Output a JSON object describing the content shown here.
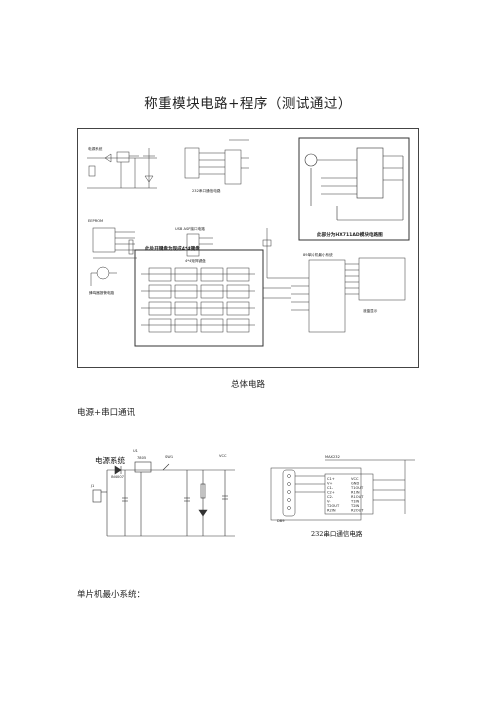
{
  "doc": {
    "title": "称重模块电路+程序（测试通过）",
    "caption_main": "总体电路",
    "section_power_serial": "电源+串口通讯",
    "section_mcu": "单片机最小系统："
  },
  "fig_main": {
    "labels": {
      "power": "电源系统",
      "serial": "232串口通信电路",
      "eeprom": "EEPROM",
      "usb": "USB ASP接口电路",
      "hx711": "此部分为HX711AD模块电路图",
      "mcu": "89单片机最小系统",
      "kb_note": "此处开键盘为现成4*4键盘",
      "kb_title": "4*4矩阵键盘",
      "buzzer": "蜂鸣器报警电路",
      "lcd": "液晶显示"
    }
  },
  "fig_power_serial": {
    "labels": {
      "power": "电源系统",
      "sw": "SW1",
      "reg": "7805",
      "u1": "U1",
      "diode": "IN4007",
      "vcc": "VCC",
      "j1": "J1",
      "max": "MAX232",
      "db9": "DB9",
      "serial": "232串口通信电路",
      "pins_left": [
        "C1+",
        "V+",
        "C1-",
        "C2+",
        "C2-",
        "V-",
        "T2OUT",
        "R2IN"
      ],
      "pins_right": [
        "VCC",
        "GND",
        "T1OUT",
        "R1IN",
        "R1OUT",
        "T1IN",
        "T2IN",
        "R2OUT"
      ]
    }
  }
}
